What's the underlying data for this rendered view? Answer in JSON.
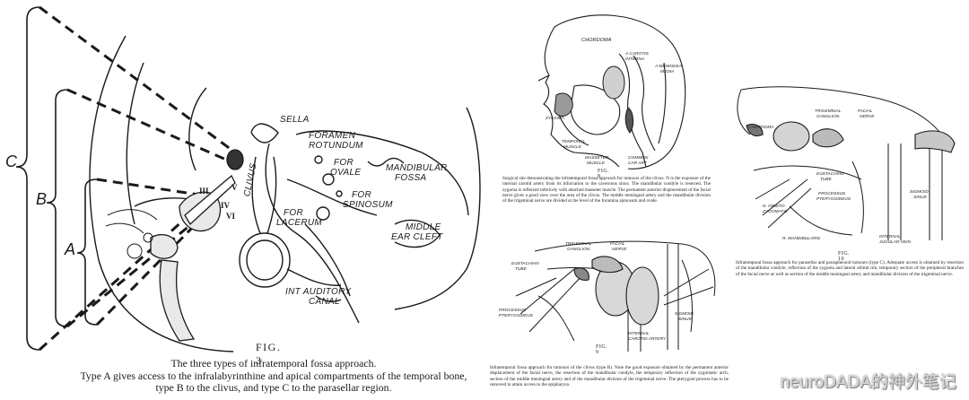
{
  "fig3": {
    "bracket_c": "C",
    "bracket_b": "B",
    "bracket_a": "A",
    "labels": {
      "sella": "SELLA",
      "foramen_rotundum_1": "FORAMEN",
      "foramen_rotundum_2": "ROTUNDUM",
      "for_ovale_1": "FOR",
      "for_ovale_2": "OVALE",
      "mandibular_fossa_1": "MANDIBULAR",
      "mandibular_fossa_2": "FOSSA",
      "for_spinosum_1": "FOR",
      "for_spinosum_2": "SPINOSUM",
      "clivus": "CLIVUS",
      "for_lacerum_1": "FOR",
      "for_lacerum_2": "LACERUM",
      "middle_ear_cleft_1": "MIDDLE",
      "middle_ear_cleft_2": "EAR CLEFT",
      "int_auditory_canal_1": "INT AUDITORY",
      "int_auditory_canal_2": "CANAL"
    },
    "figure_no": "FIG. 3",
    "caption_line1": "The three types of infratemporal fossa approach.",
    "caption_line2": "Type A gives access to the infralabyrinthine and apical compartments of the temporal bone,",
    "caption_line3": "type B to the clivus, and type C to the parasellar region."
  },
  "fig8": {
    "labels": {
      "chordoma": "CHORDOMA",
      "a_carotis_interna_1": "A CAROTIS",
      "a_carotis_interna_2": "INTERNA",
      "a_meningea_media_1": "A MENINGEA",
      "a_meningea_media_2": "MEDIA",
      "zygoma": "ZYGOMA",
      "temporal_muscle_1": "TEMPORAL",
      "temporal_muscle_2": "MUSCLE",
      "masseter_muscle_1": "MASSETER",
      "masseter_muscle_2": "MUSCLE",
      "common_car_art_1": "COMMON",
      "common_car_art_2": "CAR ART"
    },
    "figure_no": "FIG. 8",
    "caption": "Surgical site demonstrating the infratemporal fossa approach for tumours of the clivus. N is the exposure of the internal carotid artery from its bifurcation to the cavernous sinus. The mandibular condyle is resected. The zygoma is reflected inferiorly with attached masseter muscle. The permanent anterior displacement of the facial nerve gives a good view over the area of the clivus. The middle meningeal artery and the mandibular division of the trigeminal nerve are divided at the level of the foramina spinosum and ovale."
  },
  "fig9": {
    "labels": {
      "trigeminal_ganglion_1": "TRIGEMINAL",
      "trigeminal_ganglion_2": "GANGLION",
      "facial_nerve_1": "FACIAL",
      "facial_nerve_2": "NERVE",
      "eustachian_tube_1": "EUSTACHIAN",
      "eustachian_tube_2": "TUBE",
      "processus_pterygoideus_1": "PROCESSUS",
      "processus_pterygoideus_2": "PTERYGOIDEUS",
      "sigmoid_sinus_1": "SIGMOID",
      "sigmoid_sinus_2": "SINUS",
      "internal_carotid_artery_1": "INTERNAL",
      "internal_carotid_artery_2": "CAROTID ARTERY"
    },
    "figure_no": "FIG. 9",
    "caption": "Infratemporal fossa approach for tumours of the clivus (type B). Note the good exposure obtained by the permanent anterior displacement of the facial nerve, the resection of the mandibular condyle, the temporary reflection of the zygomatic arch, section of the middle meningeal artery and of the mandibular division of the trigeminal nerve. The pterygoid process has to be removed to attain access to the epipharynx."
  },
  "fig10": {
    "labels": {
      "chordoma": "CHORDOMA",
      "trigeminal_ganglion_1": "TRIGEMINAL",
      "trigeminal_ganglion_2": "GANGLION",
      "facial_nerve_1": "FACIAL",
      "facial_nerve_2": "NERVE",
      "eustachian_tube_1": "EUSTACHIAN",
      "eustachian_tube_2": "TUBE",
      "processus_pterygoideus_1": "PROCESSUS",
      "processus_pterygoideus_2": "PTERYGOIDEUS",
      "sigmoid_sinus_1": "SIGMOID",
      "sigmoid_sinus_2": "SINUS",
      "n_orbito_zygomatic_1": "N. ORBITO-",
      "n_orbito_zygomatic_2": "ZYGOMATIC",
      "r_mandibularis": "R. MANDIBULARIS",
      "internal_jugular_vein_1": "INTERNAL",
      "internal_jugular_vein_2": "JUGULAR VEIN"
    },
    "figure_no": "FIG. 10",
    "caption": "Infratemporal fossa approach for parasellar and parasphenoid tumours (type C). Adequate access is obtained by resection of the mandibular condyle, reflection of the zygoma and lateral orbital rim, temporary section of the peripheral branches of the facial nerve as well as section of the middle meningeal artery and mandibular division of the trigeminal nerve."
  },
  "watermark": "neuroDADA的神外笔记"
}
